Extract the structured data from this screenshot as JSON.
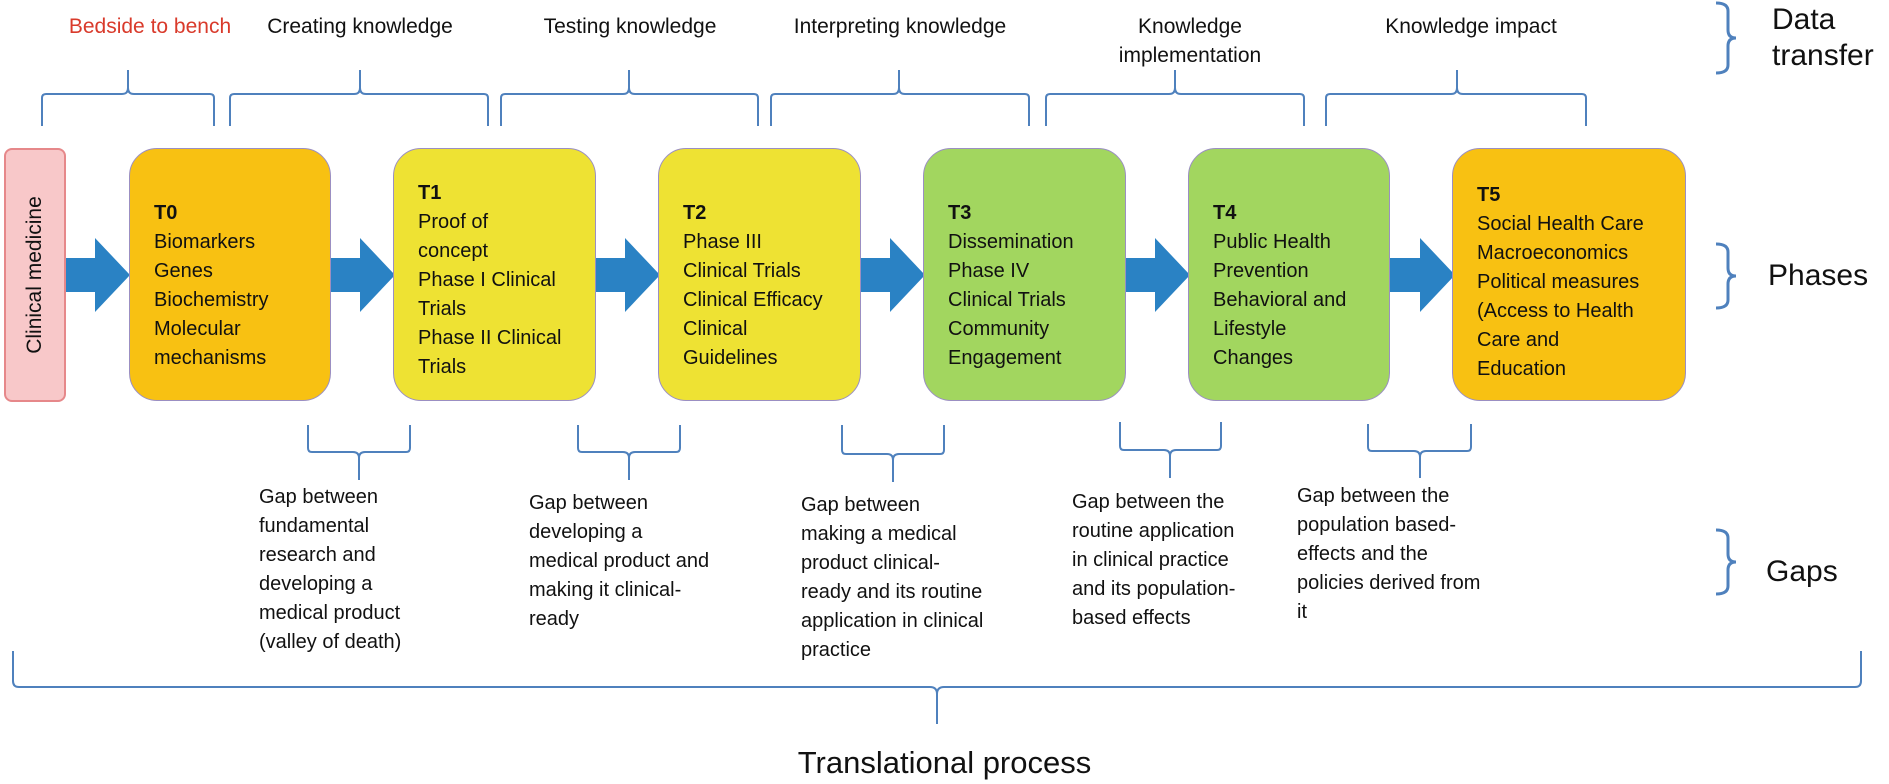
{
  "headers": [
    {
      "text": "Bedside to bench",
      "red": true
    },
    {
      "text": "Creating knowledge"
    },
    {
      "text": "Testing knowledge"
    },
    {
      "text": "Interpreting knowledge"
    },
    {
      "text": "Knowledge\nimplementation"
    },
    {
      "text": "Knowledge impact"
    }
  ],
  "clinical_label": "Clinical medicine",
  "phases": [
    {
      "code": "T0",
      "text": "Biomarkers\nGenes\nBiochemistry\nMolecular\nmechanisms",
      "color": "#f8c112"
    },
    {
      "code": "T1",
      "text": "Proof of\nconcept\nPhase I Clinical\nTrials\nPhase II Clinical\nTrials",
      "color": "#eee233"
    },
    {
      "code": "T2",
      "text": "Phase III\nClinical Trials\nClinical Efficacy\nClinical\nGuidelines",
      "color": "#eee233"
    },
    {
      "code": "T3",
      "text": "Dissemination\nPhase IV\nClinical Trials\nCommunity\nEngagement",
      "color": "#a2d65f"
    },
    {
      "code": "T4",
      "text": "Public Health\nPrevention\nBehavioral and\nLifestyle\nChanges",
      "color": "#a2d65f"
    },
    {
      "code": "T5",
      "text": "Social Health Care\nMacroeconomics\nPolitical measures\n(Access to Health\nCare and\nEducation",
      "color": "#f8c112"
    }
  ],
  "gaps": [
    "Gap between\nfundamental\nresearch and\ndeveloping a\nmedical product\n(valley of death)",
    "Gap between\ndeveloping a\nmedical product and\nmaking it clinical-\nready",
    "Gap between\nmaking a medical\nproduct clinical-\nready and its routine\napplication in clinical\npractice",
    "Gap between the\nroutine application\nin clinical practice\nand its population-\nbased effects",
    "Gap between the\npopulation based-\neffects and the\npolicies derived from\nit"
  ],
  "right_labels": {
    "data_transfer": "Data\ntransfer",
    "phases": "Phases",
    "gaps": "Gaps"
  },
  "bottom_title": "Translational process",
  "colors": {
    "bracket": "#4f81bd",
    "arrow": "#2a82c4",
    "header_red": "#d93a2b"
  }
}
